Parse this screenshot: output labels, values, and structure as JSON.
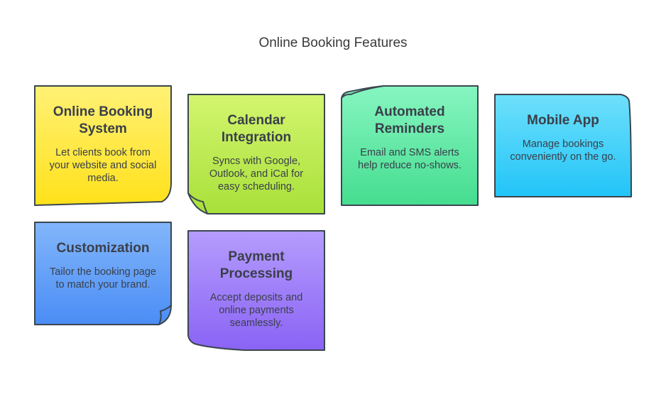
{
  "page": {
    "title": "Online Booking Features"
  },
  "notes": [
    {
      "title": "Online Booking System",
      "description": "Let clients book from your website and social media.",
      "color_top": "#fff176",
      "color_bottom": "#ffe11a"
    },
    {
      "title": "Calendar Integration",
      "description": "Syncs with Google, Outlook, and iCal for easy scheduling.",
      "color_top": "#d3f56e",
      "color_bottom": "#a8e03a"
    },
    {
      "title": "Automated Reminders",
      "description": "Email and SMS alerts help reduce no-shows.",
      "color_top": "#86f5c0",
      "color_bottom": "#45dd8f"
    },
    {
      "title": "Mobile App",
      "description": "Manage bookings conveniently on the go.",
      "color_top": "#6ee0fb",
      "color_bottom": "#22c4f8"
    },
    {
      "title": "Customization",
      "description": "Tailor the booking page to match your brand.",
      "color_top": "#82b6fb",
      "color_bottom": "#4a8df5"
    },
    {
      "title": "Payment Processing",
      "description": "Accept deposits and online payments seamlessly.",
      "color_top": "#b59cfd",
      "color_bottom": "#8a63f5"
    }
  ],
  "stroke_color": "#3b4650"
}
